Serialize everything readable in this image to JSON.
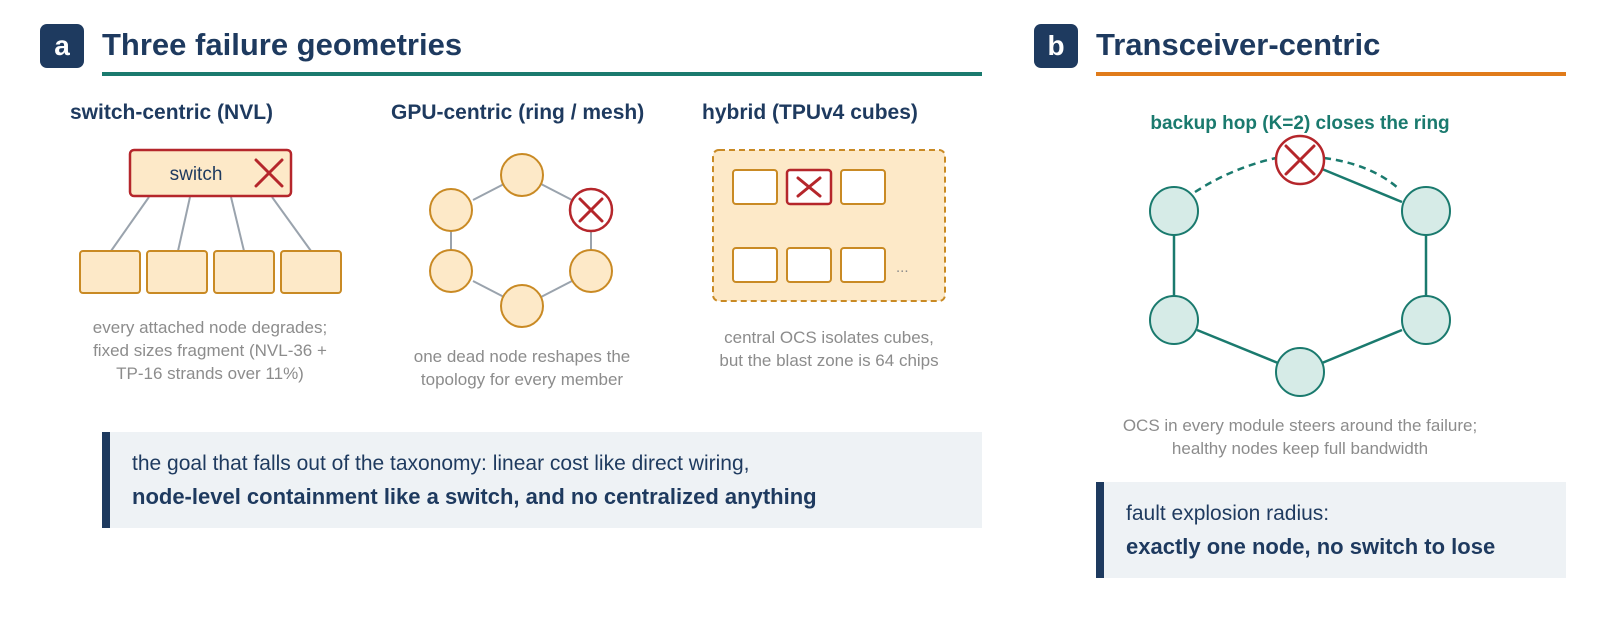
{
  "colors": {
    "navy": "#1e3a5f",
    "teal": "#1a7a6e",
    "orange": "#e07b1a",
    "red": "#b5262b",
    "node_fill_orange": "#fde9c8",
    "node_stroke_orange": "#c98a24",
    "node_fill_teal": "#d6ebe7",
    "caption_gray": "#8c8c8c"
  },
  "panel_a": {
    "badge": "a",
    "title": "Three failure geometries",
    "switch_centric": {
      "title": "switch-centric (NVL)",
      "switch_label": "switch",
      "caption": [
        "every attached node degrades;",
        "fixed sizes fragment (NVL-36 +",
        "TP-16 strands over 11%)"
      ]
    },
    "gpu_centric": {
      "title": "GPU-centric (ring / mesh)",
      "caption": [
        "one dead node reshapes the",
        "topology for every member"
      ]
    },
    "hybrid": {
      "title": "hybrid (TPUv4 cubes)",
      "ellipsis": "...",
      "caption": [
        "central OCS isolates cubes,",
        "but the blast zone is 64 chips"
      ]
    },
    "callout": {
      "line1": "the goal that falls out of the taxonomy: linear cost like direct wiring,",
      "line2": "node-level containment like a switch, and no centralized anything"
    }
  },
  "panel_b": {
    "badge": "b",
    "title": "Transceiver-centric",
    "backup_label": "backup hop (K=2) closes the ring",
    "caption": [
      "OCS in every module steers around the failure;",
      "healthy nodes keep full bandwidth"
    ],
    "callout": {
      "line1": "fault explosion radius:",
      "line2": "exactly one node, no switch to lose"
    }
  }
}
